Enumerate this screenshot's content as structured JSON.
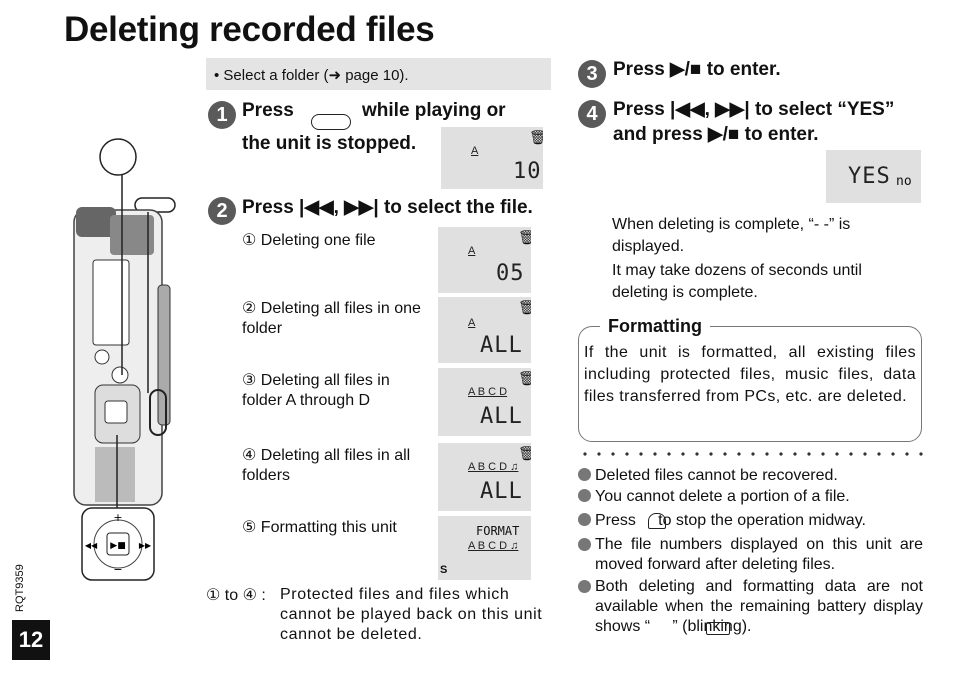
{
  "title": "Deleting recorded files",
  "prep_note": "• Select a folder (➜ page 10).",
  "step1": {
    "num": "1",
    "press": "Press",
    "rest": "while playing or",
    "line2": "the unit is stopped.",
    "lcd": {
      "folder": "A",
      "digits": "10"
    }
  },
  "step2": {
    "num": "2",
    "heading": "Press |◀◀, ▶▶| to select the file.",
    "items": [
      {
        "marker": "①",
        "text": "Deleting one file",
        "folders": "A",
        "digits": "05"
      },
      {
        "marker": "②",
        "text": "Deleting all files in one folder",
        "folders": "A",
        "digits": "ALL"
      },
      {
        "marker": "③",
        "text": "Deleting all files in folder A through D",
        "folders": "A B C D",
        "digits": "ALL"
      },
      {
        "marker": "④",
        "text": "Deleting all files in all folders",
        "folders": "A B C D ♫",
        "digits": "ALL"
      },
      {
        "marker": "⑤",
        "text": "Formatting this unit",
        "folders": "A B C D ♫",
        "digits": "FORMAT"
      }
    ],
    "note_lead": "① to ④ :",
    "note": "Protected files and files which cannot be played back on this unit cannot be deleted."
  },
  "step3": {
    "num": "3",
    "text": "Press ▶/■ to enter."
  },
  "step4": {
    "num": "4",
    "line1": "Press |◀◀, ▶▶| to select “YES”",
    "line2": "and press ▶/■ to enter.",
    "lcd": {
      "yes": "YES",
      "no": "no"
    },
    "complete_text": "When deleting is complete, “- -” is displayed.",
    "wait_text": "It may take dozens of seconds until deleting is complete."
  },
  "formatting": {
    "heading": "Formatting",
    "text": "If the unit is formatted, all existing files including protected files, music files, data files transferred from PCs, etc. are deleted."
  },
  "notes": [
    "Deleted files cannot be recovered.",
    "You cannot delete a portion of a file.",
    "Press     to stop the operation midway.",
    "The file numbers displayed on this unit are moved forward after deleting files.",
    "Both deleting and formatting data are not available when the remaining battery display shows “     ” (blinking)."
  ],
  "page_number": "12",
  "doc_code": "RQT9359"
}
